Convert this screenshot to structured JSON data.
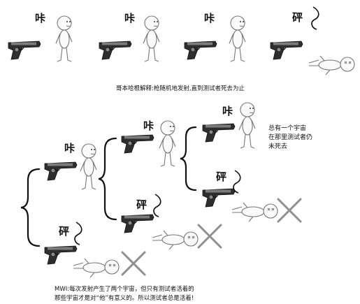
{
  "top_row": {
    "sound_click": "咔",
    "sound_bang": "砰",
    "caption": "哥本哈根解释:枪随机地发射,直到测试者死去为止"
  },
  "tree": {
    "sound_click": "咔",
    "sound_bang": "砰",
    "note_lines": [
      "总有一个宇宙",
      "在那里测试者仍",
      "未死去"
    ]
  },
  "mwi_caption": {
    "line1": "MWI:每次发射产生了两个宇宙，但只有测试者活着的",
    "line2": "那些宇宙才是对“他”有意义的。所以测试者总是活着!"
  },
  "colors": {
    "gun_dark": "#2e2e2e",
    "gun_light": "#8a8a8a",
    "figure_stroke": "#777777",
    "cross": "#8f8f8f"
  }
}
